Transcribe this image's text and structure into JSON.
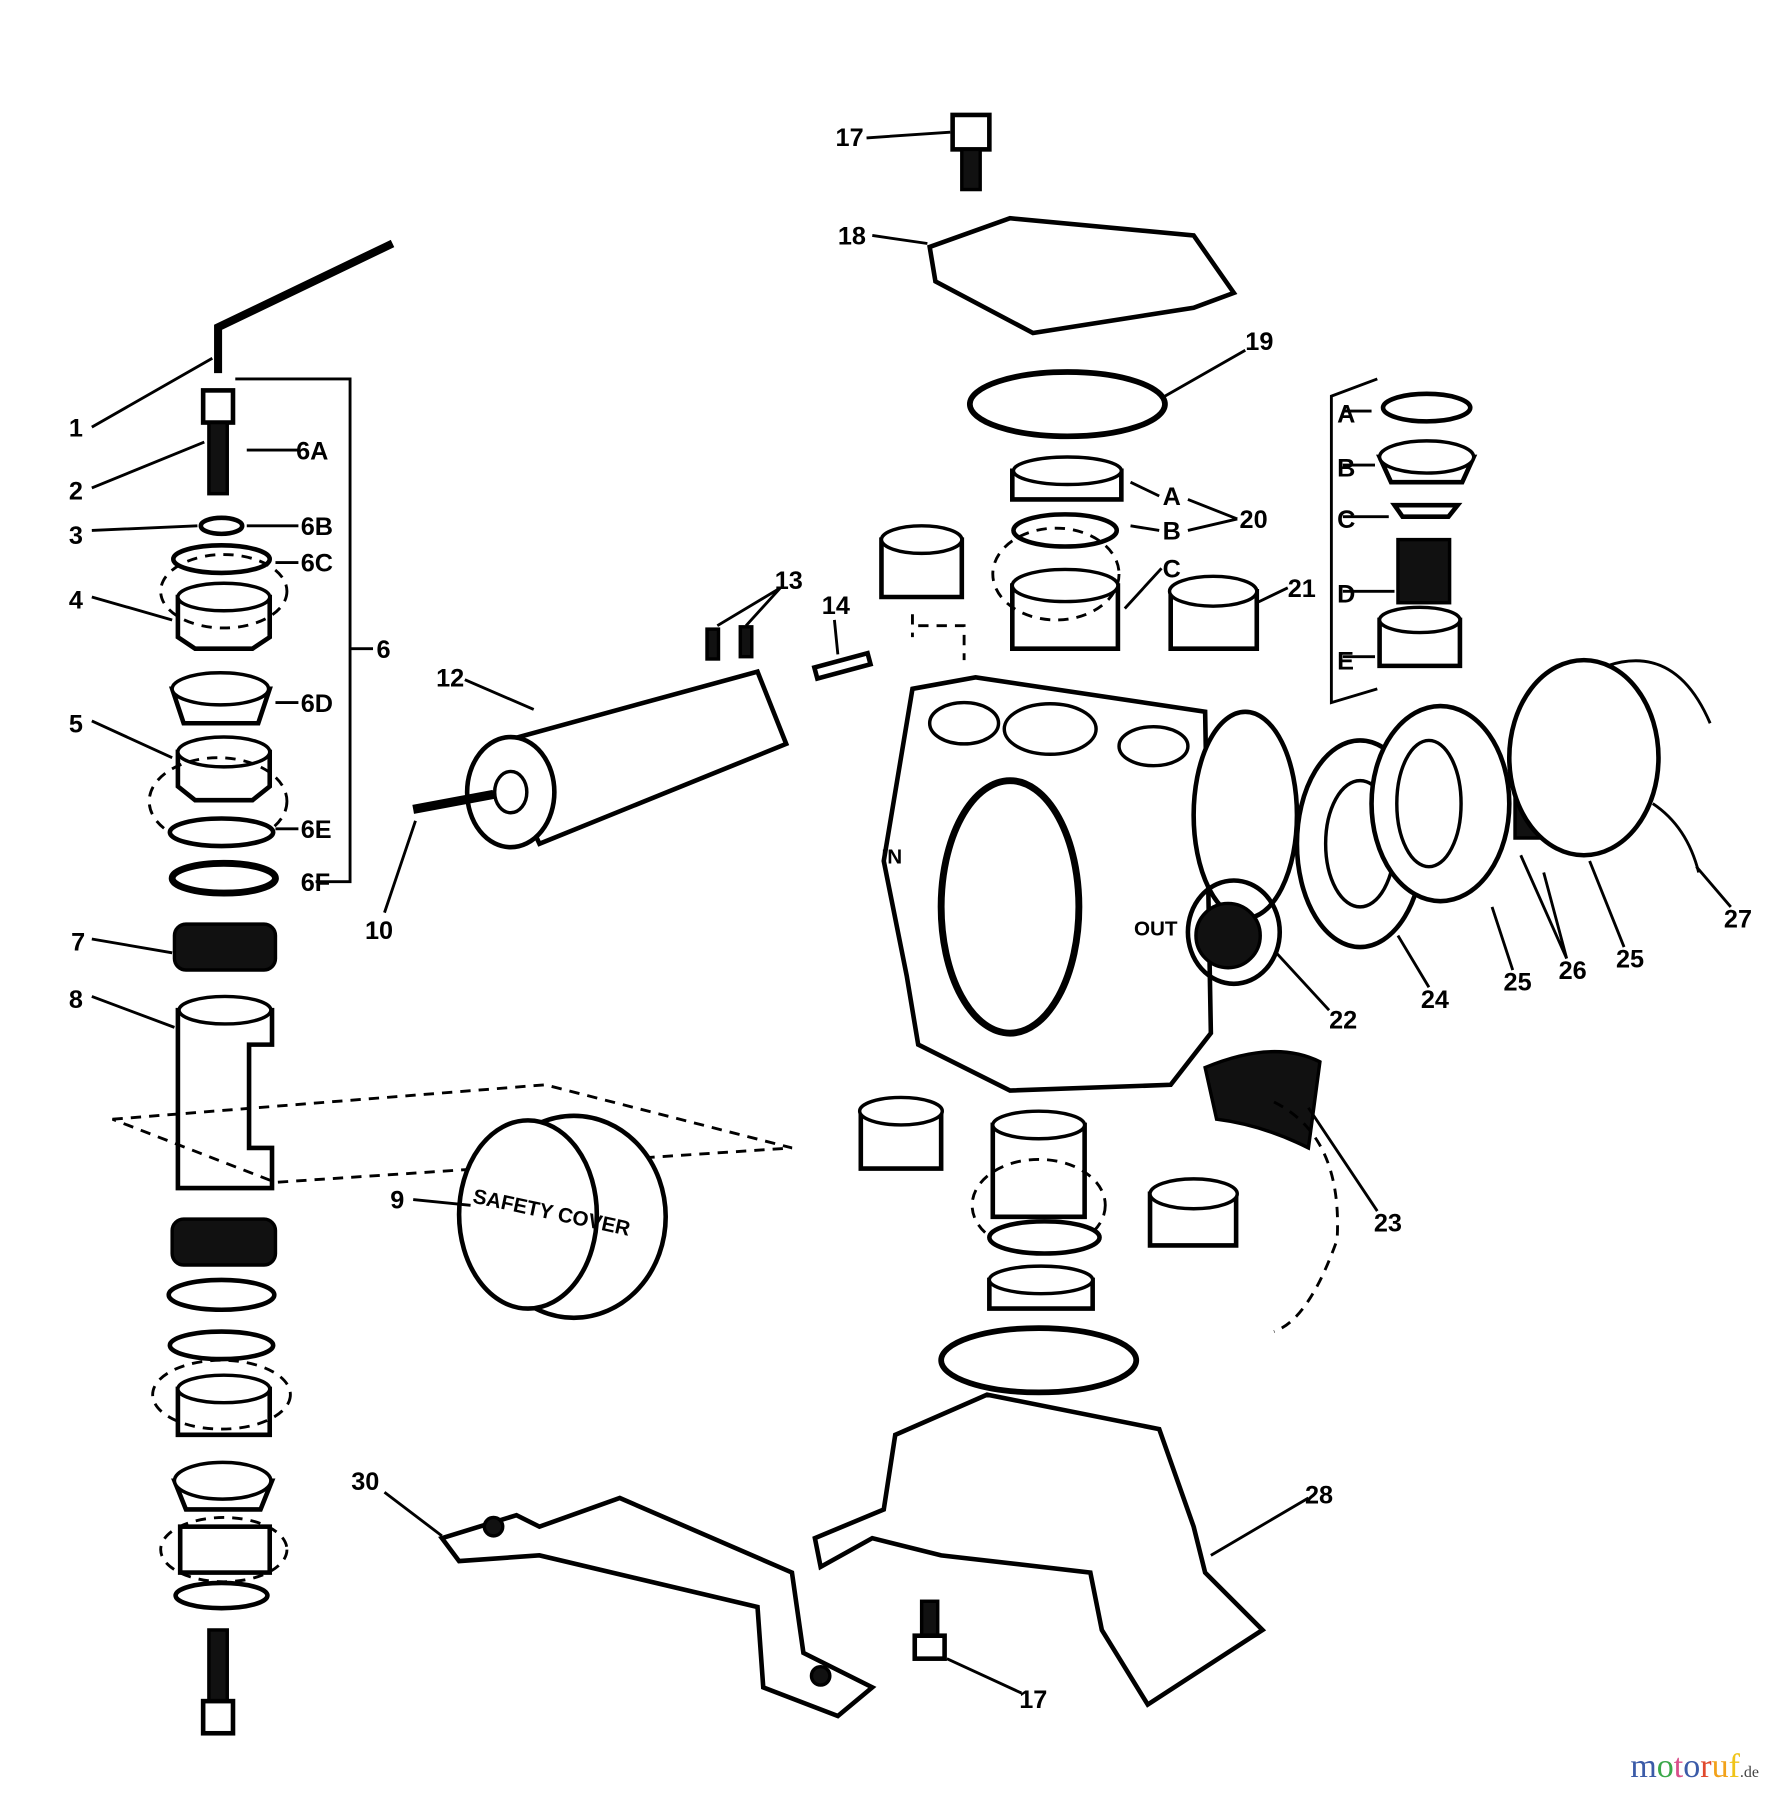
{
  "labels": {
    "l17a": "17",
    "l18": "18",
    "l19": "19",
    "l1": "1",
    "l2": "2",
    "l3": "3",
    "l4": "4",
    "l5": "5",
    "l6A": "6A",
    "l6B": "6B",
    "l6C": "6C",
    "l6": "6",
    "l6D": "6D",
    "l6E": "6E",
    "l6F": "6F",
    "l7": "7",
    "l8": "8",
    "l20A": "A",
    "l20B": "B",
    "l20C": "C",
    "l20": "20",
    "l21A": "A",
    "l21B": "B",
    "l21C": "C",
    "l21D": "D",
    "l21E": "E",
    "l21": "21",
    "l12": "12",
    "l13": "13",
    "l14": "14",
    "l10": "10",
    "l22": "22",
    "l24": "24",
    "l25a": "25",
    "l26": "26",
    "l25b": "25",
    "l27": "27",
    "l9": "9",
    "l23": "23",
    "l30": "30",
    "l28": "28",
    "l17b": "17"
  },
  "part_text": {
    "inlet": "IN",
    "outlet": "OUT",
    "safety_cover": "SAFETY COVER"
  },
  "watermark": {
    "name": "motoruf",
    "tld": ".de",
    "colors": [
      "#3b5ba8",
      "#3aa84a",
      "#d94f8a",
      "#e0492d",
      "#2f7fc1",
      "#f2a21b",
      "#f0c419"
    ]
  }
}
